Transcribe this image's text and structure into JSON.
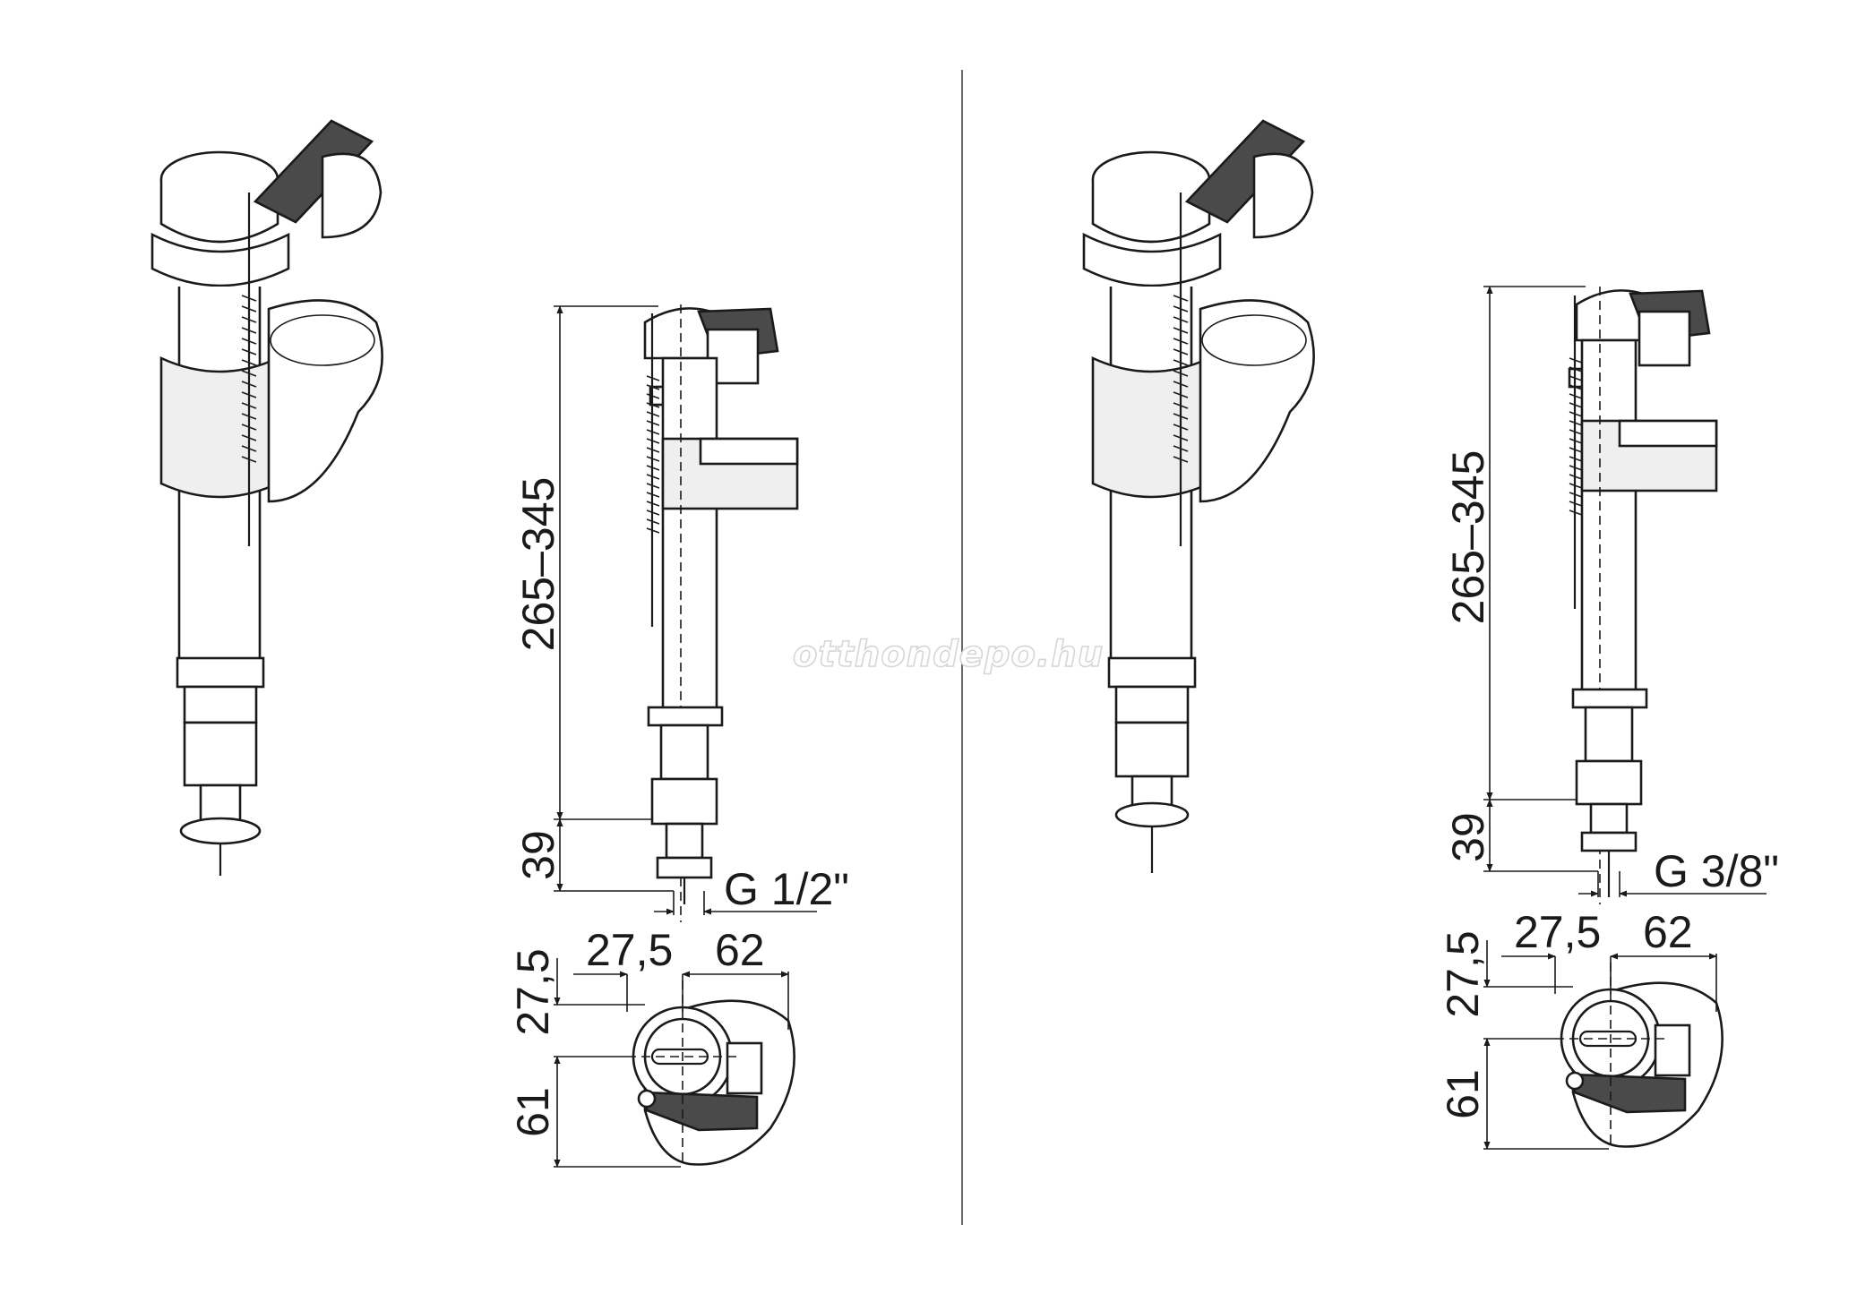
{
  "watermark": "otthondepo.hu",
  "variants": [
    {
      "height_range": "265–345",
      "inlet_height": "39",
      "thread": "G 1/2\"",
      "offset_x": "27,5",
      "width": "62",
      "offset_y": "27,5",
      "depth": "61"
    },
    {
      "height_range": "265–345",
      "inlet_height": "39",
      "thread": "G 3/8\"",
      "offset_x": "27,5",
      "width": "62",
      "offset_y": "27,5",
      "depth": "61"
    }
  ],
  "colors": {
    "line": "#1a1a1a",
    "lever": "#4a4a4a",
    "divider": "#6a6a6a",
    "watermark": "#d6d6d6"
  }
}
